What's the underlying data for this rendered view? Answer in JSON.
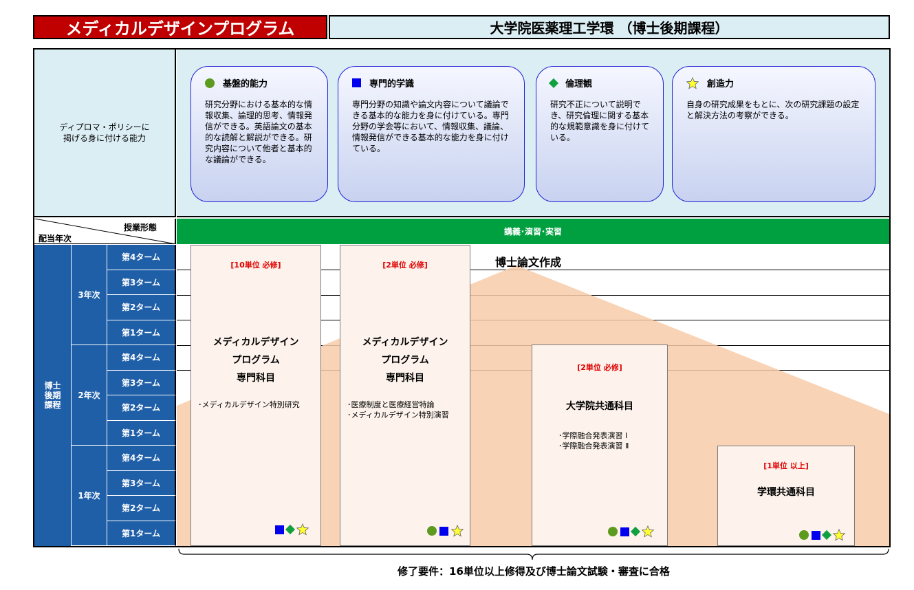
{
  "header": {
    "program_title": "メディカルデザインプログラム",
    "course_title": "大学院医薬理工学環 （博士後期課程）"
  },
  "diploma_policy": {
    "label_line1": "ディプロマ・ポリシーに",
    "label_line2": "掲げる身に付ける能力",
    "cards": [
      {
        "icon": "circle-icon",
        "title": "基盤的能力",
        "text": "研究分野における基本的な情報収集、論理的思考、情報発信ができる。英語論文の基本的な読解と解説ができる。研究内容について他者と基本的な議論ができる。"
      },
      {
        "icon": "square-icon",
        "title": "専門的学識",
        "text": "専門分野の知識や論文内容について議論できる基本的な能力を身に付けている。専門分野の学会等において、情報収集、議論、情報発信ができる基本的な能力を身に付けている。"
      },
      {
        "icon": "diamond-icon",
        "title": "倫理観",
        "text": "研究不正について説明でき、研究倫理に関する基本的な規範意識を身に付けている。"
      },
      {
        "icon": "star-icon",
        "title": "創造力",
        "text": "自身の研究成果をもとに、次の研究課題の設定と解決方法の考察ができる。"
      }
    ]
  },
  "table_header": {
    "jugyo_keitai": "授業形態",
    "haito_nenji": "配当年次",
    "format": "講義･演習･実習"
  },
  "left_column": {
    "program": "博士\n後期\n課程",
    "years": [
      {
        "label": "3年次",
        "terms": [
          "第4ターム",
          "第3ターム",
          "第2ターム",
          "第1ターム"
        ]
      },
      {
        "label": "2年次",
        "terms": [
          "第4ターム",
          "第3ターム",
          "第2ターム",
          "第1ターム"
        ]
      },
      {
        "label": "1年次",
        "terms": [
          "第4ターム",
          "第3ターム",
          "第2ターム",
          "第1ターム"
        ]
      }
    ]
  },
  "thesis": {
    "label": "博士論文作成"
  },
  "boxes": [
    {
      "req": "[10単位 必修]",
      "title1": "メディカルデザイン",
      "title2": "プログラム",
      "title3": "専門科目",
      "items": [
        "･メディカルデザイン特別研究"
      ],
      "icons": [
        "square",
        "diamond",
        "star"
      ]
    },
    {
      "req": "[2単位 必修]",
      "title1": "メディカルデザイン",
      "title2": "プログラム",
      "title3": "専門科目",
      "items": [
        "･医療制度と医療経営特論",
        "･メディカルデザイン特別演習"
      ],
      "icons": [
        "circle",
        "square",
        "star"
      ]
    },
    {
      "req": "[2単位 必修]",
      "title1": "大学院共通科目",
      "items": [
        "･学際融合発表演習 Ⅰ",
        "･学際融合発表演習 Ⅱ"
      ],
      "icons": [
        "circle",
        "square",
        "diamond",
        "star"
      ]
    },
    {
      "req": "[1単位 以上]",
      "title1": "学環共通科目",
      "items": [],
      "icons": [
        "circle",
        "square",
        "diamond",
        "star"
      ]
    }
  ],
  "completion": "修了要件：16単位以上修得及び博士論文試験・審査に合格",
  "colors": {
    "red": "#c00000",
    "light_blue": "#dbeef4",
    "green": "#00a040",
    "navy": "#1f5fa8",
    "peach": "#f8cba8",
    "card_border": "#1f1fd6"
  }
}
